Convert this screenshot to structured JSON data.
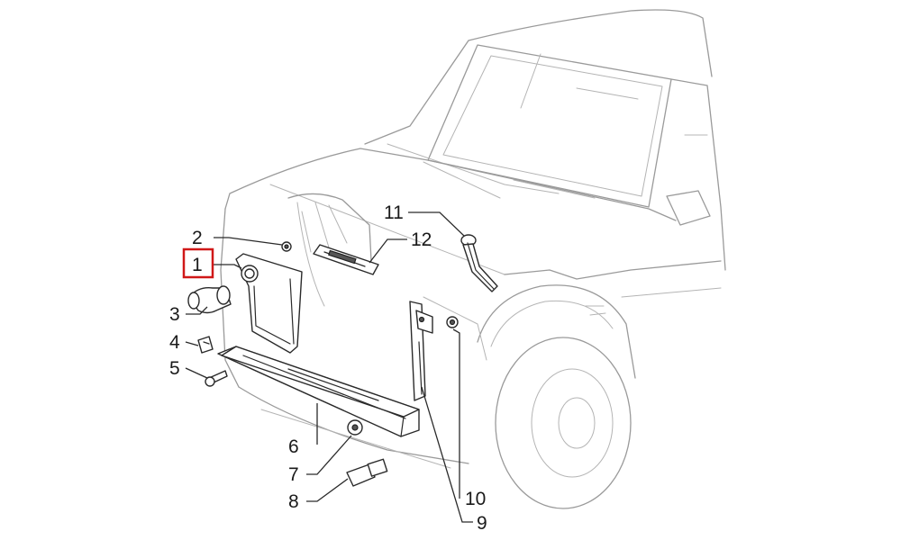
{
  "callouts": [
    {
      "id": "1",
      "label": "1"
    },
    {
      "id": "2",
      "label": "2"
    },
    {
      "id": "3",
      "label": "3"
    },
    {
      "id": "4",
      "label": "4"
    },
    {
      "id": "5",
      "label": "5"
    },
    {
      "id": "6",
      "label": "6"
    },
    {
      "id": "7",
      "label": "7"
    },
    {
      "id": "8",
      "label": "8"
    },
    {
      "id": "9",
      "label": "9"
    },
    {
      "id": "10",
      "label": "10"
    },
    {
      "id": "11",
      "label": "11"
    },
    {
      "id": "12",
      "label": "12"
    }
  ],
  "highlighted_callout": "1",
  "colors": {
    "highlight": "#d01818",
    "part_stroke": "#2a2a2a",
    "car_outline": "#9a9a9a"
  }
}
